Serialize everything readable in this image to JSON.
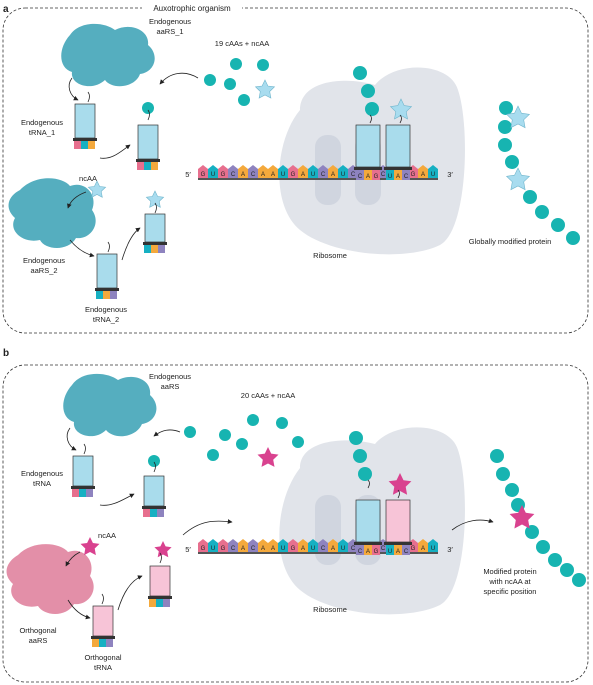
{
  "panel_a": {
    "label": "a",
    "organism": "Auxotrophic organism",
    "aars1_line1": "Endogenous",
    "aars1_line2": "aaRS_1",
    "trna1_line1": "Endogenous",
    "trna1_line2": "tRNA_1",
    "amino_acids": "19 cAAs + ncAA",
    "ncaa": "ncAA",
    "aars2_line1": "Endogenous",
    "aars2_line2": "aaRS_2",
    "trna2_line1": "Endogenous",
    "trna2_line2": "tRNA_2",
    "five_prime": "5′",
    "three_prime": "3′",
    "ribosome": "Ribosome",
    "protein": "Globally modified protein",
    "mrna": "GUGCACAAUGAUCAUCGUCAUGAU",
    "anticodon_1": "CAG",
    "anticodon_2": "UAC",
    "trna_small_1": "GAU",
    "trna_small_2": "UAC",
    "trna_small_3": "CAG",
    "trna_small_4": "AUG"
  },
  "panel_b": {
    "label": "b",
    "aars_line1": "Endogenous",
    "aars_line2": "aaRS",
    "trna_line1": "Endogenous",
    "trna_line2": "tRNA",
    "amino_acids": "20 cAAs + ncAA",
    "ncaa": "ncAA",
    "orth_aars_line1": "Orthogonal",
    "orth_aars_line2": "aaRS",
    "orth_trna_line1": "Orthogonal",
    "orth_trna_line2": "tRNA",
    "five_prime": "5′",
    "three_prime": "3′",
    "ribosome": "Ribosome",
    "protein_line1": "Modified protein",
    "protein_line2": "with ncAA at",
    "protein_line3": "specific position",
    "mrna": "GUGCACAAUGAUCAUCGUCAUGAU",
    "anticodon_1": "CAG",
    "anticodon_2": "UAC",
    "trna_small_1": "GAU",
    "trna_small_2": "GAU",
    "trna_small_3": "AUC",
    "trna_small_4": "AUC"
  },
  "colors": {
    "amino_acid": "#17b4b1",
    "ncaa_a": "#a8dcef",
    "ncaa_b": "#d9428f",
    "endogenous_aars": "#55aebf",
    "orthogonal_aars": "#e38fa8",
    "trna_blue": "#a9dcec",
    "trna_pink": "#f7c4d7",
    "ribosome": "#e1e4ea",
    "base_A": "#f4a93c",
    "base_U": "#16b0c2",
    "base_G": "#e76f8e",
    "base_C": "#8e83bf"
  }
}
